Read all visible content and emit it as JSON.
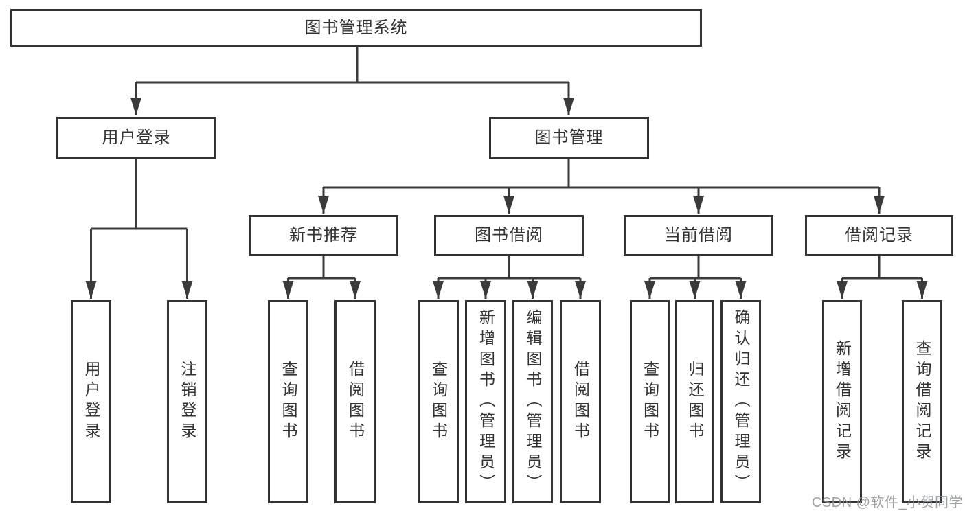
{
  "nodes": {
    "root": {
      "label": "图书管理系统"
    },
    "level2": [
      {
        "label": "用户登录"
      },
      {
        "label": "图书管理"
      }
    ],
    "level3": [
      {
        "label": "新书推荐"
      },
      {
        "label": "图书借阅"
      },
      {
        "label": "当前借阅"
      },
      {
        "label": "借阅记录"
      }
    ],
    "leaves": {
      "user_login": [
        {
          "label": "用户登录"
        },
        {
          "label": "注销登录"
        }
      ],
      "new_books": [
        {
          "label": "查询图书"
        },
        {
          "label": "借阅图书"
        }
      ],
      "book_borrowing": [
        {
          "label": "查询图书"
        },
        {
          "label": "新增图书（管理员）"
        },
        {
          "label": "编辑图书（管理员）"
        },
        {
          "label": "借阅图书"
        }
      ],
      "current_borrowing": [
        {
          "label": "查询图书"
        },
        {
          "label": "归还图书"
        },
        {
          "label": "确认归还（管理员）"
        }
      ],
      "borrowing_records": [
        {
          "label": "新增借阅记录"
        },
        {
          "label": "查询借阅记录"
        }
      ]
    }
  },
  "watermark": {
    "text": "CSDN @软件_小贺同学"
  },
  "colors": {
    "line": "#3a3a3a",
    "box_border": "#333333",
    "text": "#333333",
    "watermark": "#8e9096",
    "background": "#ffffff"
  }
}
